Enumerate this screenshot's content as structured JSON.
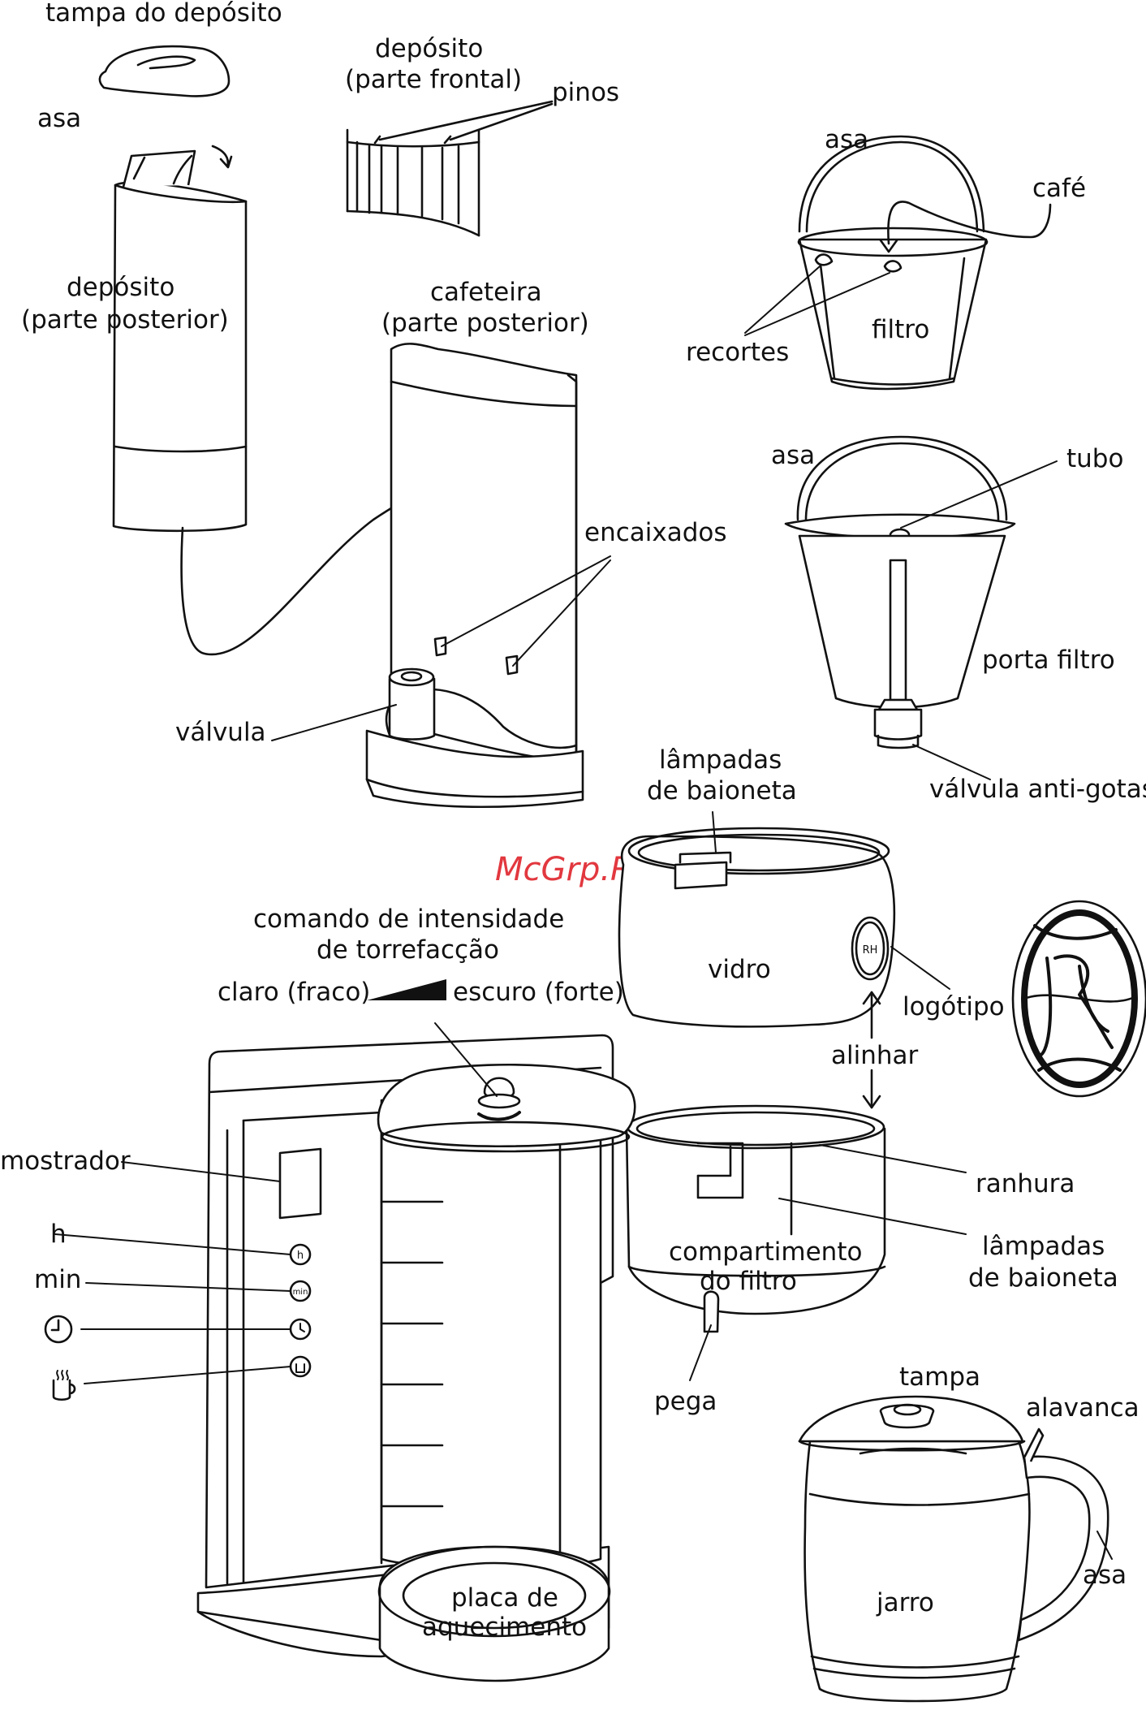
{
  "watermark": "McGrp.Ru",
  "labels": {
    "tampa_deposito": "tampa do depósito",
    "deposito_frontal_1": "depósito",
    "deposito_frontal_2": "(parte frontal)",
    "pinos": "pinos",
    "asa_deposito": "asa",
    "deposito_posterior_1": "depósito",
    "deposito_posterior_2": "(parte posterior)",
    "cafeteira_posterior_1": "cafeteira",
    "cafeteira_posterior_2": "(parte posterior)",
    "encaixados": "encaixados",
    "valvula": "válvula",
    "asa_filtro": "asa",
    "cafe": "café",
    "filtro": "filtro",
    "recortes": "recortes",
    "asa_porta_filtro": "asa",
    "tubo": "tubo",
    "porta_filtro": "porta filtro",
    "valvula_anti_gotas": "válvula anti-gotas",
    "lampadas_baioneta_top_1": "lâmpadas",
    "lampadas_baioneta_top_2": "de baioneta",
    "vidro": "vidro",
    "logotipo": "logótipo",
    "alinhar": "alinhar",
    "comando_1": "comando de intensidade",
    "comando_2": "de torrefacção",
    "claro": "claro (fraco)",
    "escuro": "escuro (forte)",
    "mostrador": "mostrador",
    "h": "h",
    "min": "min",
    "ranhura": "ranhura",
    "lampadas_baioneta_bottom_1": "lâmpadas",
    "lampadas_baioneta_bottom_2": "de baioneta",
    "compartimento_1": "compartimento",
    "compartimento_2": "do filtro",
    "pega": "pega",
    "tampa": "tampa",
    "alavanca": "alavanca",
    "asa_jarro": "asa",
    "jarro": "jarro",
    "placa_1": "placa de",
    "placa_2": "aquecimento"
  },
  "button_icons": {
    "h": "h",
    "min": "min"
  },
  "logo_text": "RH"
}
